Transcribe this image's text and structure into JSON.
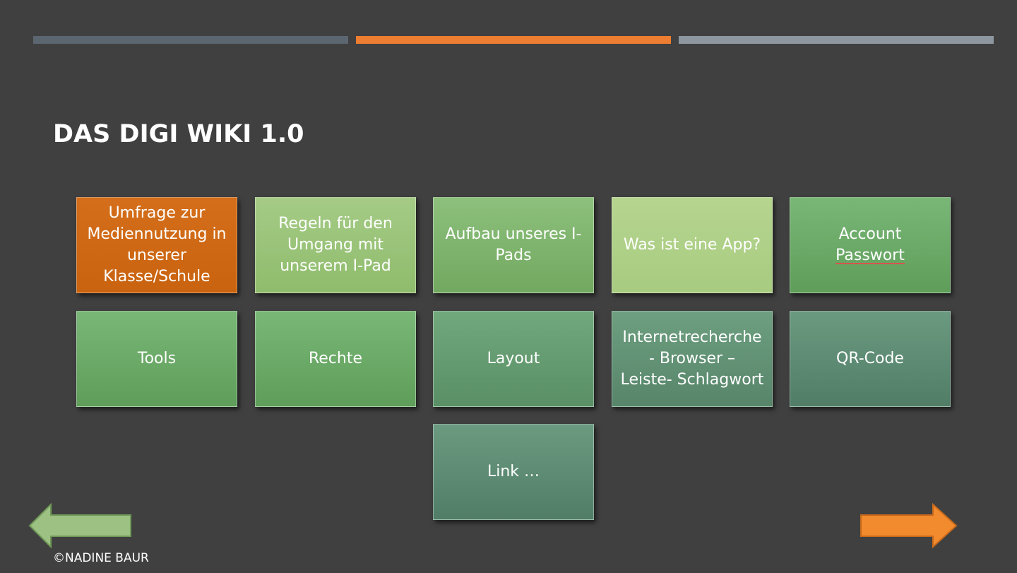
{
  "slide": {
    "title": "DAS DIGI WIKI 1.0",
    "footer": "©NADINE BAUR",
    "colors": {
      "background": "#404040",
      "accent_orange": "#ed7d31",
      "bar_left": "#5b6670",
      "bar_right": "#8e979f",
      "arrow_back": "#9dc183",
      "arrow_forward": "#f28a2e"
    }
  },
  "tiles": {
    "row1": [
      {
        "lines": [
          "Umfrage zur",
          "Mediennutzung in",
          "unserer",
          "Klasse/Schule"
        ]
      },
      {
        "lines": [
          "Regeln für den",
          "Umgang mit",
          "unserem I-Pad"
        ]
      },
      {
        "lines": [
          "Aufbau unseres I-",
          "Pads"
        ]
      },
      {
        "lines": [
          "Was ist eine App?"
        ]
      },
      {
        "lines": [
          "Account",
          "Passwort"
        ]
      }
    ],
    "row2": [
      {
        "lines": [
          "Tools"
        ]
      },
      {
        "lines": [
          "Rechte"
        ]
      },
      {
        "lines": [
          "Layout"
        ]
      },
      {
        "lines": [
          "Internetrecherche",
          "- Browser –",
          "Leiste- Schlagwort"
        ]
      },
      {
        "lines": [
          "QR-Code"
        ]
      }
    ],
    "row3": [
      {
        "lines": [
          "Link …"
        ]
      }
    ]
  },
  "navigation": {
    "back_icon": "arrow-left-icon",
    "forward_icon": "arrow-right-icon"
  }
}
